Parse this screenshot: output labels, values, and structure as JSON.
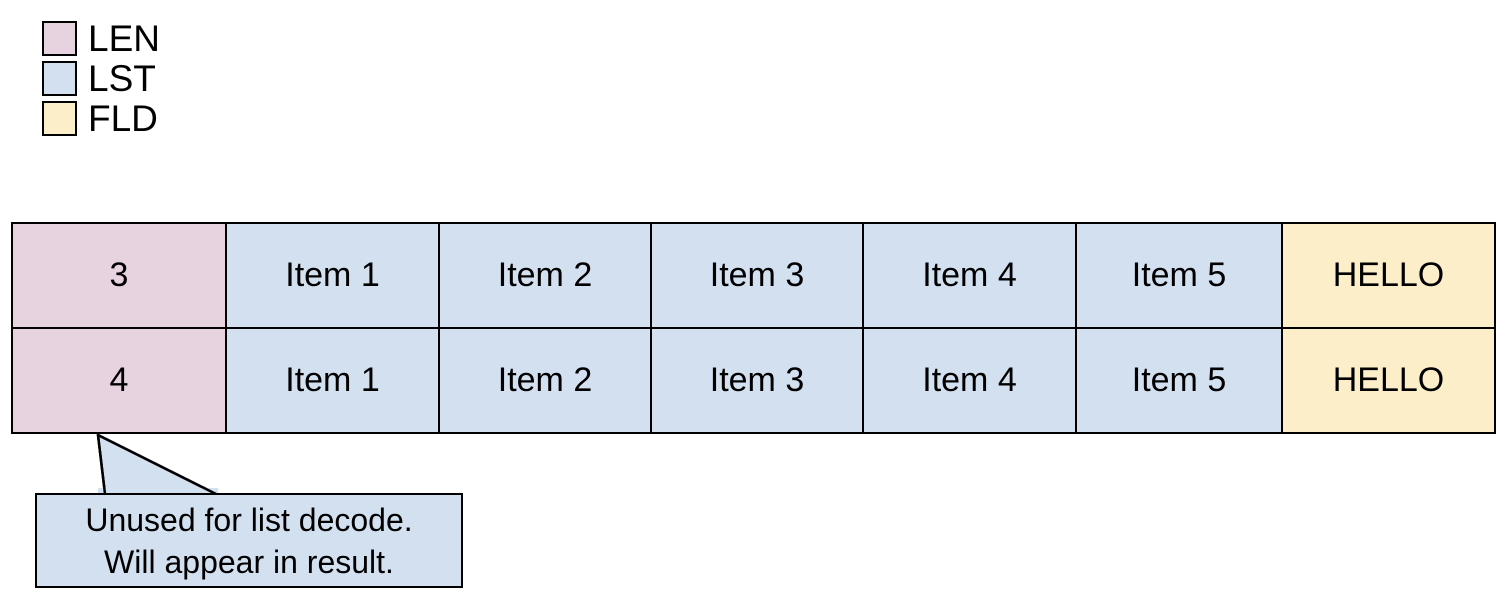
{
  "legend": {
    "items": [
      {
        "label": "LEN",
        "color": "#e7d3df",
        "swatch_name": "legend-swatch-len"
      },
      {
        "label": "LST",
        "color": "#d3e0f0",
        "swatch_name": "legend-swatch-lst"
      },
      {
        "label": "FLD",
        "color": "#fbeec9",
        "swatch_name": "legend-swatch-fld"
      }
    ]
  },
  "table": {
    "rows": [
      {
        "len": "3",
        "list": [
          "Item 1",
          "Item 2",
          "Item 3",
          "Item 4",
          "Item 5"
        ],
        "fld": "HELLO"
      },
      {
        "len": "4",
        "list": [
          "Item 1",
          "Item 2",
          "Item 3",
          "Item 4",
          "Item 5"
        ],
        "fld": "HELLO"
      }
    ]
  },
  "callout": {
    "line1": "Unused for list decode.",
    "line2": "Will appear in result.",
    "fill_color": "#d3e0f0",
    "border_color": "#000000"
  },
  "colors": {
    "len": "#e7d3df",
    "lst": "#d3e0f0",
    "fld": "#fbeec9",
    "stroke": "#000000",
    "background": "#ffffff"
  }
}
